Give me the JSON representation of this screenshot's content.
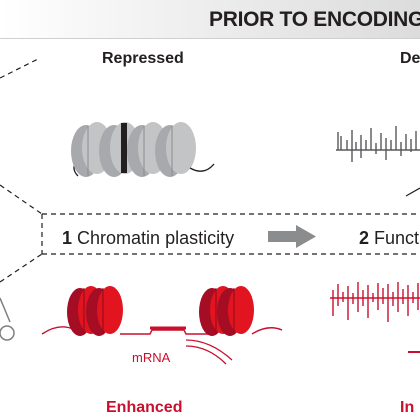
{
  "header": {
    "title": "PRIOR TO ENCODING"
  },
  "top_row": {
    "left_label": "Repressed",
    "right_label_partial": "De"
  },
  "steps": [
    {
      "number": "1",
      "label": "Chromatin plasticity"
    },
    {
      "number": "2",
      "label": "Functi"
    }
  ],
  "bottom_row": {
    "left_label": "Enhanced",
    "right_label_partial": "In",
    "mrna_label": "mRNA"
  },
  "colors": {
    "accent_red": "#c8102e",
    "nucleosome_gray": "#a7a9ac",
    "dark_text": "#231f20",
    "arrow_gray": "#8a8c8e"
  }
}
